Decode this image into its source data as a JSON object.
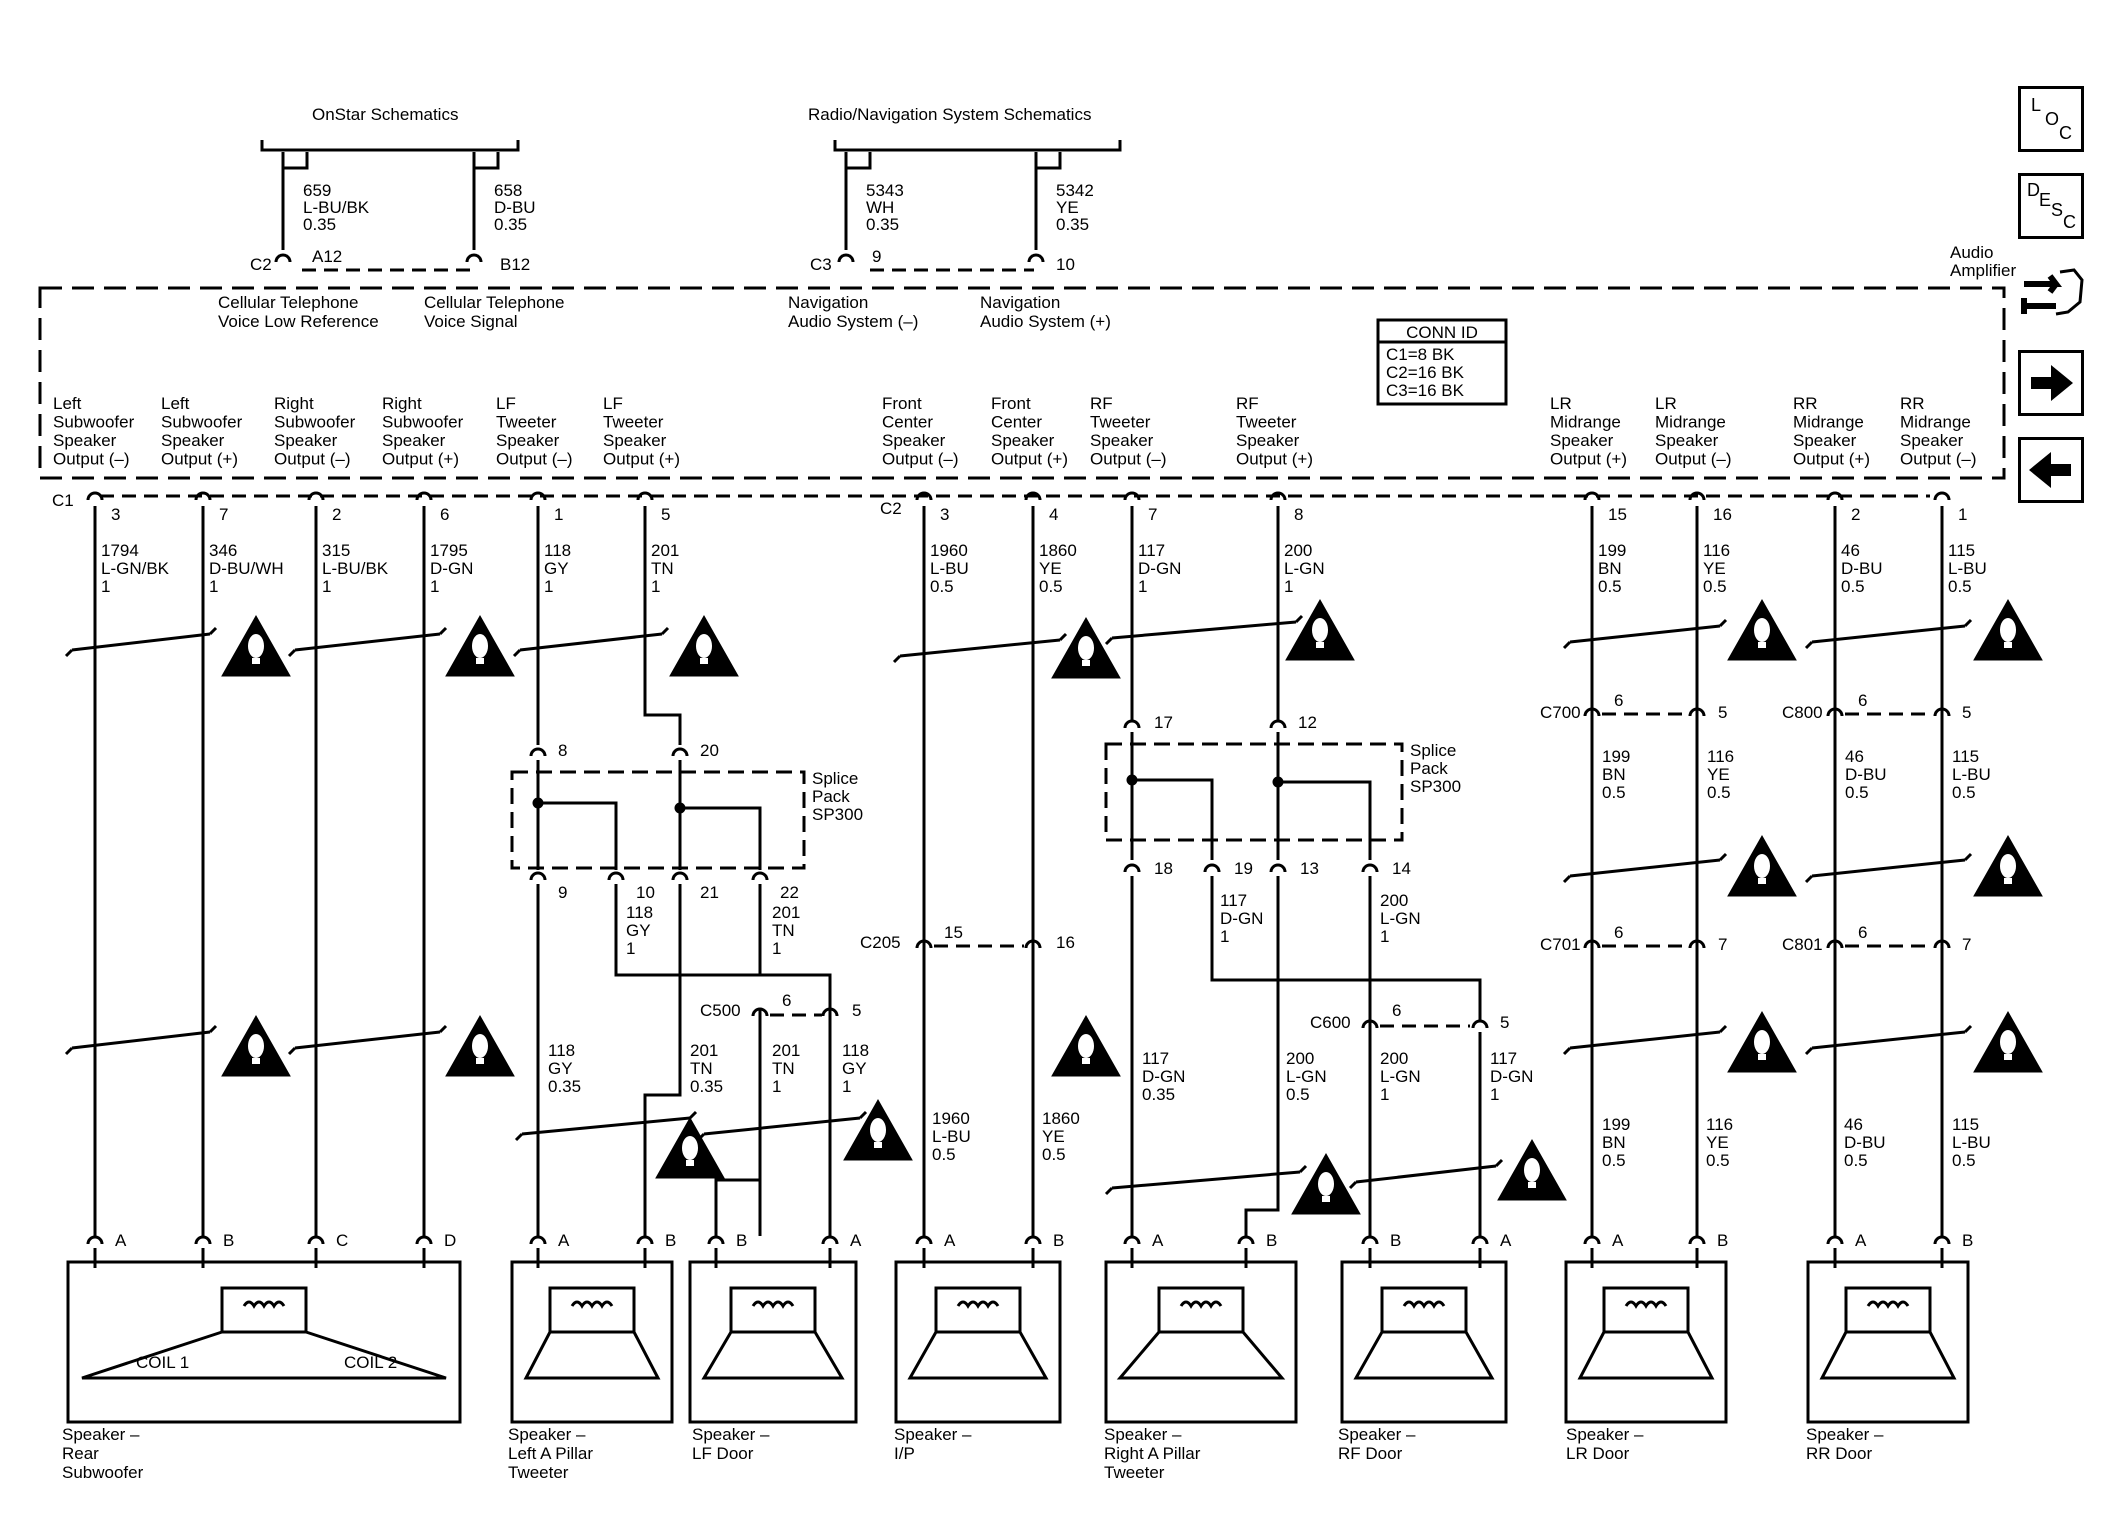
{
  "headers": {
    "onstar": "OnStar Schematics",
    "radio": "Radio/Navigation System Schematics"
  },
  "upper_circuits": [
    {
      "num": "659",
      "color": "L-BU/BK",
      "gauge": "0.35"
    },
    {
      "num": "658",
      "color": "D-BU",
      "gauge": "0.35"
    },
    {
      "num": "5343",
      "color": "WH",
      "gauge": "0.35"
    },
    {
      "num": "5342",
      "color": "YE",
      "gauge": "0.35"
    }
  ],
  "upper_connectors": {
    "c2": "C2",
    "a12": "A12",
    "b12": "B12",
    "c3": "C3",
    "p9": "9",
    "p10": "10"
  },
  "amp_inputs": [
    {
      "l1": "Cellular Telephone",
      "l2": "Voice Low Reference"
    },
    {
      "l1": "Cellular Telephone",
      "l2": "Voice Signal"
    },
    {
      "l1": "Navigation",
      "l2": "Audio System (–)"
    },
    {
      "l1": "Navigation",
      "l2": "Audio System (+)"
    }
  ],
  "amplifier_label": [
    "Audio",
    "Amplifier"
  ],
  "conn_id": {
    "title": "CONN ID",
    "rows": [
      "C1=8 BK",
      "C2=16 BK",
      "C3=16 BK"
    ]
  },
  "outputs": [
    {
      "l1": "Left",
      "l2": "Subwoofer",
      "l3": "Speaker",
      "l4": "Output (–)"
    },
    {
      "l1": "Left",
      "l2": "Subwoofer",
      "l3": "Speaker",
      "l4": "Output (+)"
    },
    {
      "l1": "Right",
      "l2": "Subwoofer",
      "l3": "Speaker",
      "l4": "Output (–)"
    },
    {
      "l1": "Right",
      "l2": "Subwoofer",
      "l3": "Speaker",
      "l4": "Output (+)"
    },
    {
      "l1": "LF",
      "l2": "Tweeter",
      "l3": "Speaker",
      "l4": "Output (–)"
    },
    {
      "l1": "LF",
      "l2": "Tweeter",
      "l3": "Speaker",
      "l4": "Output (+)"
    },
    {
      "l1": "Front",
      "l2": "Center",
      "l3": "Speaker",
      "l4": "Output (–)"
    },
    {
      "l1": "Front",
      "l2": "Center",
      "l3": "Speaker",
      "l4": "Output (+)"
    },
    {
      "l1": "RF",
      "l2": "Tweeter",
      "l3": "Speaker",
      "l4": "Output (–)"
    },
    {
      "l1": "RF",
      "l2": "Tweeter",
      "l3": "Speaker",
      "l4": "Output (+)"
    },
    {
      "l1": "LR",
      "l2": "Midrange",
      "l3": "Speaker",
      "l4": "Output (+)"
    },
    {
      "l1": "LR",
      "l2": "Midrange",
      "l3": "Speaker",
      "l4": "Output (–)"
    },
    {
      "l1": "RR",
      "l2": "Midrange",
      "l3": "Speaker",
      "l4": "Output (+)"
    },
    {
      "l1": "RR",
      "l2": "Midrange",
      "l3": "Speaker",
      "l4": "Output (–)"
    }
  ],
  "amp_connectors": {
    "c1": "C1",
    "c2": "C2"
  },
  "pins": [
    "3",
    "7",
    "2",
    "6",
    "1",
    "5",
    "3",
    "4",
    "7",
    "8",
    "15",
    "16",
    "2",
    "1"
  ],
  "wires_top": [
    {
      "num": "1794",
      "color": "L-GN/BK",
      "gauge": "1"
    },
    {
      "num": "346",
      "color": "D-BU/WH",
      "gauge": "1"
    },
    {
      "num": "315",
      "color": "L-BU/BK",
      "gauge": "1"
    },
    {
      "num": "1795",
      "color": "D-GN",
      "gauge": "1"
    },
    {
      "num": "118",
      "color": "GY",
      "gauge": "1"
    },
    {
      "num": "201",
      "color": "TN",
      "gauge": "1"
    },
    {
      "num": "1960",
      "color": "L-BU",
      "gauge": "0.5"
    },
    {
      "num": "1860",
      "color": "YE",
      "gauge": "0.5"
    },
    {
      "num": "117",
      "color": "D-GN",
      "gauge": "1"
    },
    {
      "num": "200",
      "color": "L-GN",
      "gauge": "1"
    },
    {
      "num": "199",
      "color": "BN",
      "gauge": "0.5"
    },
    {
      "num": "116",
      "color": "YE",
      "gauge": "0.5"
    },
    {
      "num": "46",
      "color": "D-BU",
      "gauge": "0.5"
    },
    {
      "num": "115",
      "color": "L-BU",
      "gauge": "0.5"
    }
  ],
  "splice_left": {
    "label": [
      "Splice",
      "Pack",
      "SP300"
    ],
    "pins": [
      "8",
      "20",
      "9",
      "10",
      "21",
      "22"
    ]
  },
  "splice_right": {
    "label": [
      "Splice",
      "Pack",
      "SP300"
    ],
    "pins": [
      "17",
      "12",
      "18",
      "19",
      "13",
      "14"
    ]
  },
  "mid_wires": [
    {
      "num": "118",
      "color": "GY",
      "gauge": "1"
    },
    {
      "num": "201",
      "color": "TN",
      "gauge": "1"
    },
    {
      "num": "117",
      "color": "D-GN",
      "gauge": "1"
    },
    {
      "num": "200",
      "color": "L-GN",
      "gauge": "1"
    }
  ],
  "inline": {
    "c700": {
      "name": "C700",
      "a": "6",
      "b": "5"
    },
    "c800": {
      "name": "C800",
      "a": "6",
      "b": "5"
    },
    "c701": {
      "name": "C701",
      "a": "6",
      "b": "7"
    },
    "c801": {
      "name": "C801",
      "a": "6",
      "b": "7"
    },
    "c205": {
      "name": "C205",
      "a": "15",
      "b": "16"
    },
    "c500": {
      "name": "C500",
      "a": "6",
      "b": "5"
    },
    "c600": {
      "name": "C600",
      "a": "6",
      "b": "5"
    }
  },
  "rear_mid_wires": [
    {
      "num": "199",
      "color": "BN",
      "gauge": "0.5"
    },
    {
      "num": "116",
      "color": "YE",
      "gauge": "0.5"
    },
    {
      "num": "46",
      "color": "D-BU",
      "gauge": "0.5"
    },
    {
      "num": "115",
      "color": "L-BU",
      "gauge": "0.5"
    }
  ],
  "lower_wires": [
    {
      "num": "118",
      "color": "GY",
      "gauge": "0.35"
    },
    {
      "num": "201",
      "color": "TN",
      "gauge": "0.35"
    },
    {
      "num": "201",
      "color": "TN",
      "gauge": "1"
    },
    {
      "num": "118",
      "color": "GY",
      "gauge": "1"
    },
    {
      "num": "1960",
      "color": "L-BU",
      "gauge": "0.5"
    },
    {
      "num": "1860",
      "color": "YE",
      "gauge": "0.5"
    },
    {
      "num": "117",
      "color": "D-GN",
      "gauge": "0.35"
    },
    {
      "num": "200",
      "color": "L-GN",
      "gauge": "0.5"
    },
    {
      "num": "200",
      "color": "L-GN",
      "gauge": "1"
    },
    {
      "num": "117",
      "color": "D-GN",
      "gauge": "1"
    },
    {
      "num": "199",
      "color": "BN",
      "gauge": "0.5"
    },
    {
      "num": "116",
      "color": "YE",
      "gauge": "0.5"
    },
    {
      "num": "46",
      "color": "D-BU",
      "gauge": "0.5"
    },
    {
      "num": "115",
      "color": "L-BU",
      "gauge": "0.5"
    }
  ],
  "speaker_pins": [
    "A",
    "B",
    "C",
    "D",
    "A",
    "B",
    "B",
    "A",
    "A",
    "B",
    "A",
    "B",
    "B",
    "A",
    "A",
    "B",
    "A",
    "B"
  ],
  "coils": [
    "COIL 1",
    "COIL 2"
  ],
  "speakers": [
    {
      "l1": "Speaker –",
      "l2": "Rear",
      "l3": "Subwoofer"
    },
    {
      "l1": "Speaker –",
      "l2": "Left A Pillar",
      "l3": "Tweeter"
    },
    {
      "l1": "Speaker –",
      "l2": "LF Door",
      "l3": ""
    },
    {
      "l1": "Speaker –",
      "l2": "I/P",
      "l3": ""
    },
    {
      "l1": "Speaker –",
      "l2": "Right A Pillar",
      "l3": "Tweeter"
    },
    {
      "l1": "Speaker –",
      "l2": "RF Door",
      "l3": ""
    },
    {
      "l1": "Speaker –",
      "l2": "LR Door",
      "l3": ""
    },
    {
      "l1": "Speaker –",
      "l2": "RR Door",
      "l3": ""
    }
  ],
  "nav": {
    "loc": [
      "L",
      "O",
      "C"
    ],
    "desc": [
      "D",
      "E",
      "S",
      "C"
    ]
  }
}
